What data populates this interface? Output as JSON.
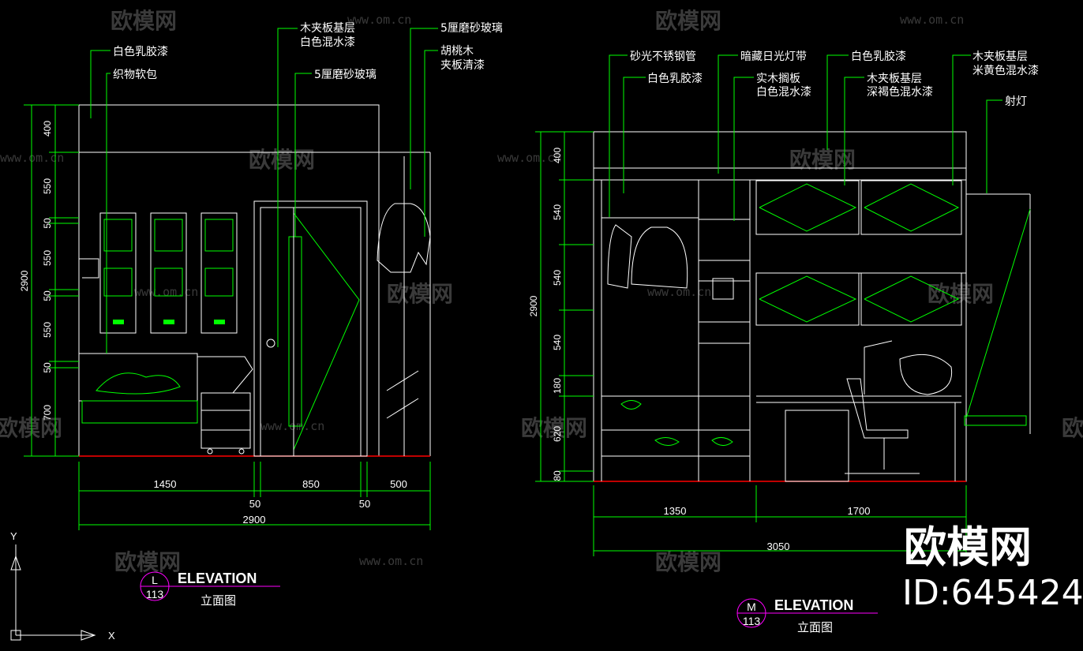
{
  "watermark": {
    "brand": "欧模网",
    "url": "www.om.cn"
  },
  "left_elevation": {
    "labels": {
      "l1": "白色乳胶漆",
      "l2": "织物软包",
      "l3a": "木夹板基层",
      "l3b": "白色混水漆",
      "l4": "5厘磨砂玻璃",
      "l5": "5厘磨砂玻璃",
      "l6a": "胡桃木",
      "l6b": "夹板清漆"
    },
    "vertical_dims": [
      "400",
      "550",
      "50",
      "550",
      "50",
      "550",
      "50",
      "700"
    ],
    "total_height": "2900",
    "horizontal_dims": {
      "d1": "1450",
      "d2": "850",
      "d3": "500",
      "g1": "50",
      "g2": "50",
      "total": "2900"
    },
    "title_block": {
      "letter": "L",
      "number": "113",
      "title": "ELEVATION",
      "subtitle": "立面图"
    }
  },
  "right_elevation": {
    "labels": {
      "a": "砂光不锈钢管",
      "b": "白色乳胶漆",
      "c": "暗藏日光灯带",
      "d1": "实木搁板",
      "d2": "白色混水漆",
      "e": "白色乳胶漆",
      "f1": "木夹板基层",
      "f2": "深褐色混水漆",
      "g1": "木夹板基层",
      "g2": "米黄色混水漆",
      "h": "射灯"
    },
    "vertical_dims": [
      "400",
      "540",
      "540",
      "540",
      "180",
      "620",
      "80"
    ],
    "total_height": "2900",
    "horizontal_dims": {
      "d1": "1350",
      "d2": "1700",
      "total": "3050"
    },
    "title_block": {
      "letter": "M",
      "number": "113",
      "title": "ELEVATION",
      "subtitle": "立面图"
    }
  },
  "ucs": {
    "x": "X",
    "y": "Y"
  },
  "brand_mark": {
    "logo": "欧模网",
    "id": "ID:645424"
  }
}
